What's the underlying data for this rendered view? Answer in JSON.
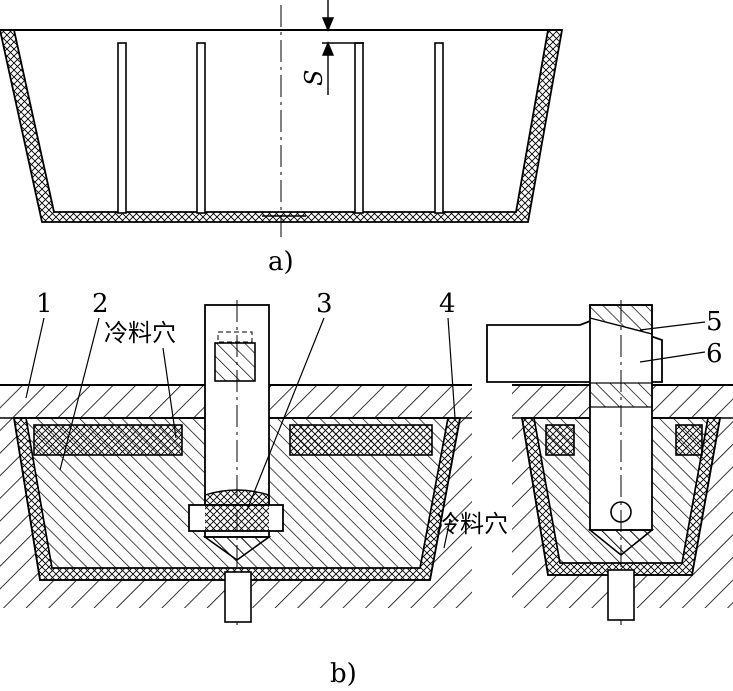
{
  "labels": {
    "view_a": "a)",
    "view_b": "b)",
    "thickness": "S",
    "part_1": "1",
    "part_2": "2",
    "part_3": "3",
    "part_4": "4",
    "part_5": "5",
    "part_6": "6",
    "cold_slug_well_top": "冷料穴",
    "cold_slug_well_right": "冷料穴"
  }
}
